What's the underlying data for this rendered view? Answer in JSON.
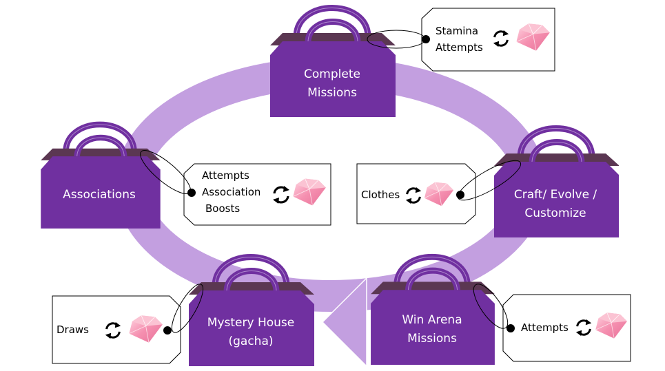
{
  "colors": {
    "ring": "#c39fe0",
    "bag_body": "#7030a0",
    "bag_top": "#5b3752",
    "tag_border": "#000000",
    "gem": "#f4a0b8"
  },
  "nodes": [
    {
      "id": "complete-missions",
      "label_lines": [
        "Complete",
        "Missions"
      ],
      "tag": {
        "lines": [
          "Stamina",
          "Attempts"
        ],
        "icons": [
          "refresh-icon",
          "gem-icon"
        ]
      }
    },
    {
      "id": "craft-evolve-customize",
      "label_lines": [
        "Craft/ Evolve /",
        "Customize"
      ],
      "tag": {
        "lines": [
          "Clothes"
        ],
        "icons": [
          "refresh-icon",
          "gem-icon"
        ]
      }
    },
    {
      "id": "win-arena-missions",
      "label_lines": [
        "Win Arena",
        "Missions"
      ],
      "tag": {
        "lines": [
          "Attempts"
        ],
        "icons": [
          "refresh-icon",
          "gem-icon"
        ]
      }
    },
    {
      "id": "mystery-house",
      "label_lines": [
        "Mystery House",
        "(gacha)"
      ],
      "tag": {
        "lines": [
          "Draws"
        ],
        "icons": [
          "refresh-icon",
          "gem-icon"
        ]
      }
    },
    {
      "id": "associations",
      "label_lines": [
        "Associations"
      ],
      "tag": {
        "lines": [
          "Attempts",
          "Association",
          "Boosts"
        ],
        "icons": [
          "refresh-icon",
          "gem-icon"
        ]
      }
    }
  ],
  "flow_direction": "clockwise"
}
